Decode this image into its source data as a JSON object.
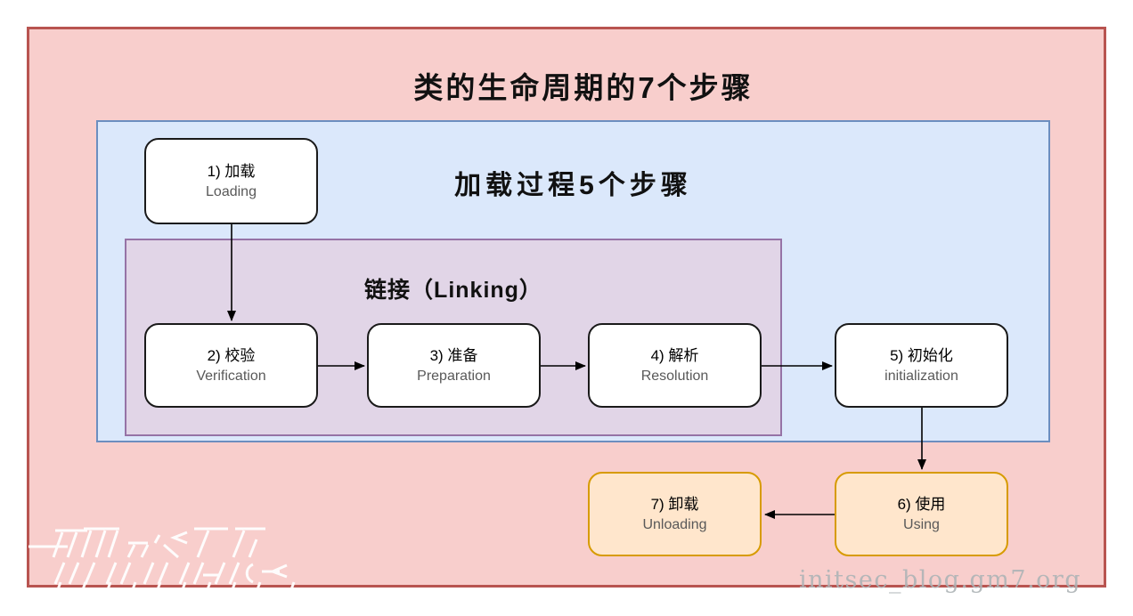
{
  "title": "类的生命周期的7个步骤",
  "groups": {
    "loading_process": {
      "label": "加载过程5个步骤"
    },
    "linking": {
      "label": "链接（Linking）"
    }
  },
  "nodes": [
    {
      "id": "loading",
      "zh": "1) 加载",
      "en": "Loading"
    },
    {
      "id": "verification",
      "zh": "2) 校验",
      "en": "Verification"
    },
    {
      "id": "preparation",
      "zh": "3) 准备",
      "en": "Preparation"
    },
    {
      "id": "resolution",
      "zh": "4) 解析",
      "en": "Resolution"
    },
    {
      "id": "initialization",
      "zh": "5) 初始化",
      "en": "initialization"
    },
    {
      "id": "using",
      "zh": "6) 使用",
      "en": "Using"
    },
    {
      "id": "unloading",
      "zh": "7) 卸载",
      "en": "Unloading"
    }
  ],
  "watermark": "initsec_blog.gm7.org",
  "colors": {
    "container_fill": "#f8cecc",
    "container_border": "#b85450",
    "loading_group_fill": "#dbe8fb",
    "loading_group_border": "#6c8ebf",
    "linking_group_fill": "#e1d5e7",
    "linking_group_border": "#9673a6",
    "node_fill": "#ffffff",
    "node_border": "#1a1a1a",
    "orange_node_fill": "#ffe6cc",
    "orange_node_border": "#d79b00",
    "arrow": "#000000",
    "watermark_text": "#aeb4b6"
  }
}
